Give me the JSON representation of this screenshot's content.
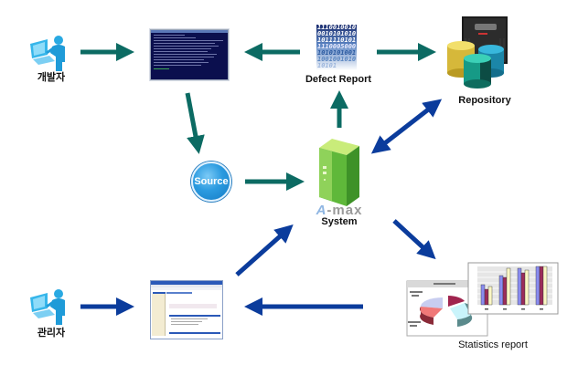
{
  "nodes": {
    "developer": {
      "label": "개발자",
      "icon": "developer-person-computer-icon"
    },
    "terminal": {
      "icon": "terminal-console-icon"
    },
    "defect_report": {
      "label": "Defect Report",
      "icon": "binary-data-icon",
      "binary_lines": [
        "1110010010",
        "0010101010",
        "1011110101",
        "1110005000",
        "1010101001",
        "1001001010",
        "10101"
      ]
    },
    "repository": {
      "label": "Repository",
      "icon": "server-database-icon"
    },
    "source": {
      "label": "Source",
      "icon": "source-badge-icon"
    },
    "system": {
      "label": "System",
      "logo_text": "A-max",
      "logo_accent": "A",
      "logo_rest": "-max",
      "icon": "green-server-icon"
    },
    "administrator": {
      "label": "관리자",
      "icon": "admin-person-computer-icon"
    },
    "web_console": {
      "icon": "web-browser-window-icon"
    },
    "statistics_report": {
      "label": "Statistics report",
      "icon": "statistics-charts-icon"
    }
  },
  "edges": [
    {
      "from": "developer",
      "to": "terminal",
      "color": "teal"
    },
    {
      "from": "defect_report",
      "to": "terminal",
      "color": "teal"
    },
    {
      "from": "defect_report",
      "to": "repository",
      "color": "teal"
    },
    {
      "from": "terminal",
      "to": "source",
      "color": "teal"
    },
    {
      "from": "source",
      "to": "system",
      "color": "teal"
    },
    {
      "from": "system",
      "to": "defect_report",
      "color": "teal"
    },
    {
      "from": "system",
      "to": "repository",
      "color": "blue",
      "bidirectional": true
    },
    {
      "from": "web_console",
      "to": "system",
      "color": "blue"
    },
    {
      "from": "system",
      "to": "statistics_report",
      "color": "blue"
    },
    {
      "from": "administrator",
      "to": "web_console",
      "color": "blue"
    },
    {
      "from": "statistics_report",
      "to": "web_console",
      "color": "blue"
    }
  ],
  "colors": {
    "teal": "#0c6b63",
    "blue": "#0b3c9c",
    "amax_accent": "#8fb6e2",
    "amax_rest": "#9a9a9a"
  }
}
